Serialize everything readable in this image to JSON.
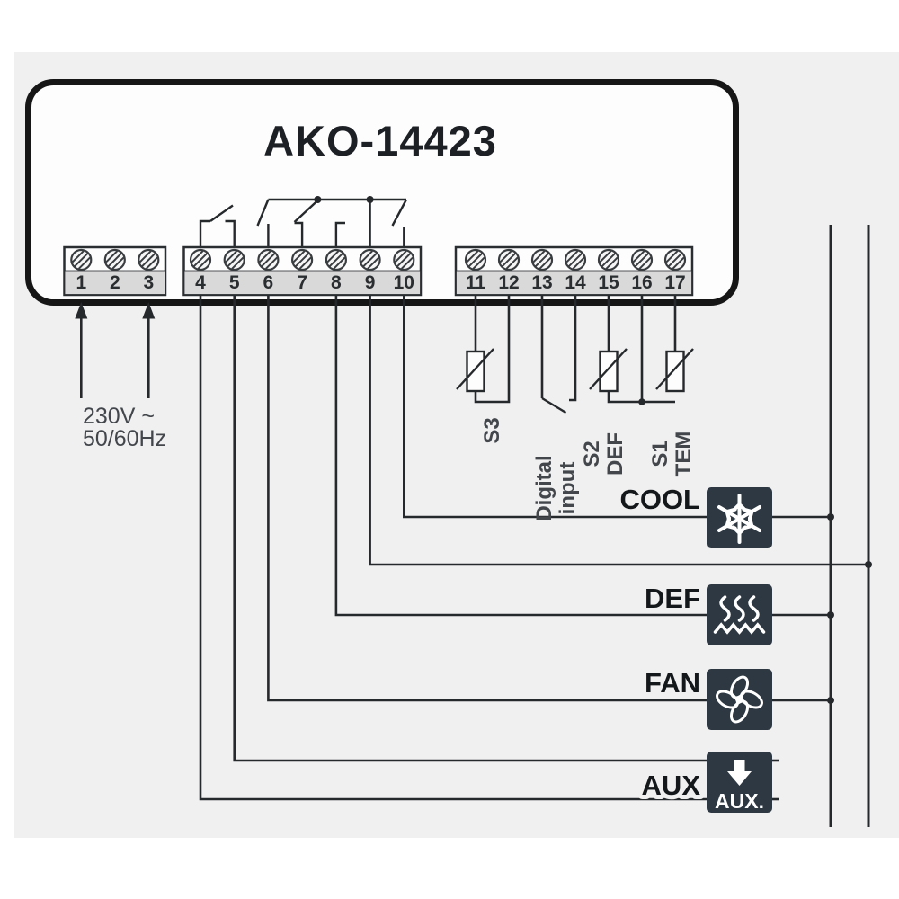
{
  "title": "AKO-14423",
  "power_input": {
    "line1": "230V ~",
    "line2": "50/60Hz"
  },
  "terminal_blocks": {
    "block1": {
      "terminals": [
        "1",
        "2",
        "3"
      ]
    },
    "block2": {
      "terminals": [
        "4",
        "5",
        "6",
        "7",
        "8",
        "9",
        "10"
      ]
    },
    "block3": {
      "terminals": [
        "11",
        "12",
        "13",
        "14",
        "15",
        "16",
        "17"
      ]
    }
  },
  "sensors": {
    "s3": {
      "line1": "S3"
    },
    "digital_input": {
      "line1": "Digital",
      "line2": "input"
    },
    "s2_def": {
      "line1": "S2",
      "line2": "DEF"
    },
    "s1_tem": {
      "line1": "S1",
      "line2": "TEM"
    }
  },
  "outputs": {
    "cool": {
      "label": "COOL",
      "icon": "snowflake-icon"
    },
    "def": {
      "label": "DEF",
      "icon": "heat-waves-icon"
    },
    "fan": {
      "label": "FAN",
      "icon": "fan-icon"
    },
    "aux": {
      "label": "AUX",
      "icon": "down-arrow-icon",
      "icon_text": "AUX."
    }
  },
  "colors": {
    "background": "#f0f0f1",
    "device_fill": "#fdfdfd",
    "outline": "#161616",
    "wire": "#26292c",
    "terminal_row": "#d9d9d9",
    "icon_box": "#2d3842",
    "label_dark": "#15181b",
    "label_gray": "#43474c"
  }
}
